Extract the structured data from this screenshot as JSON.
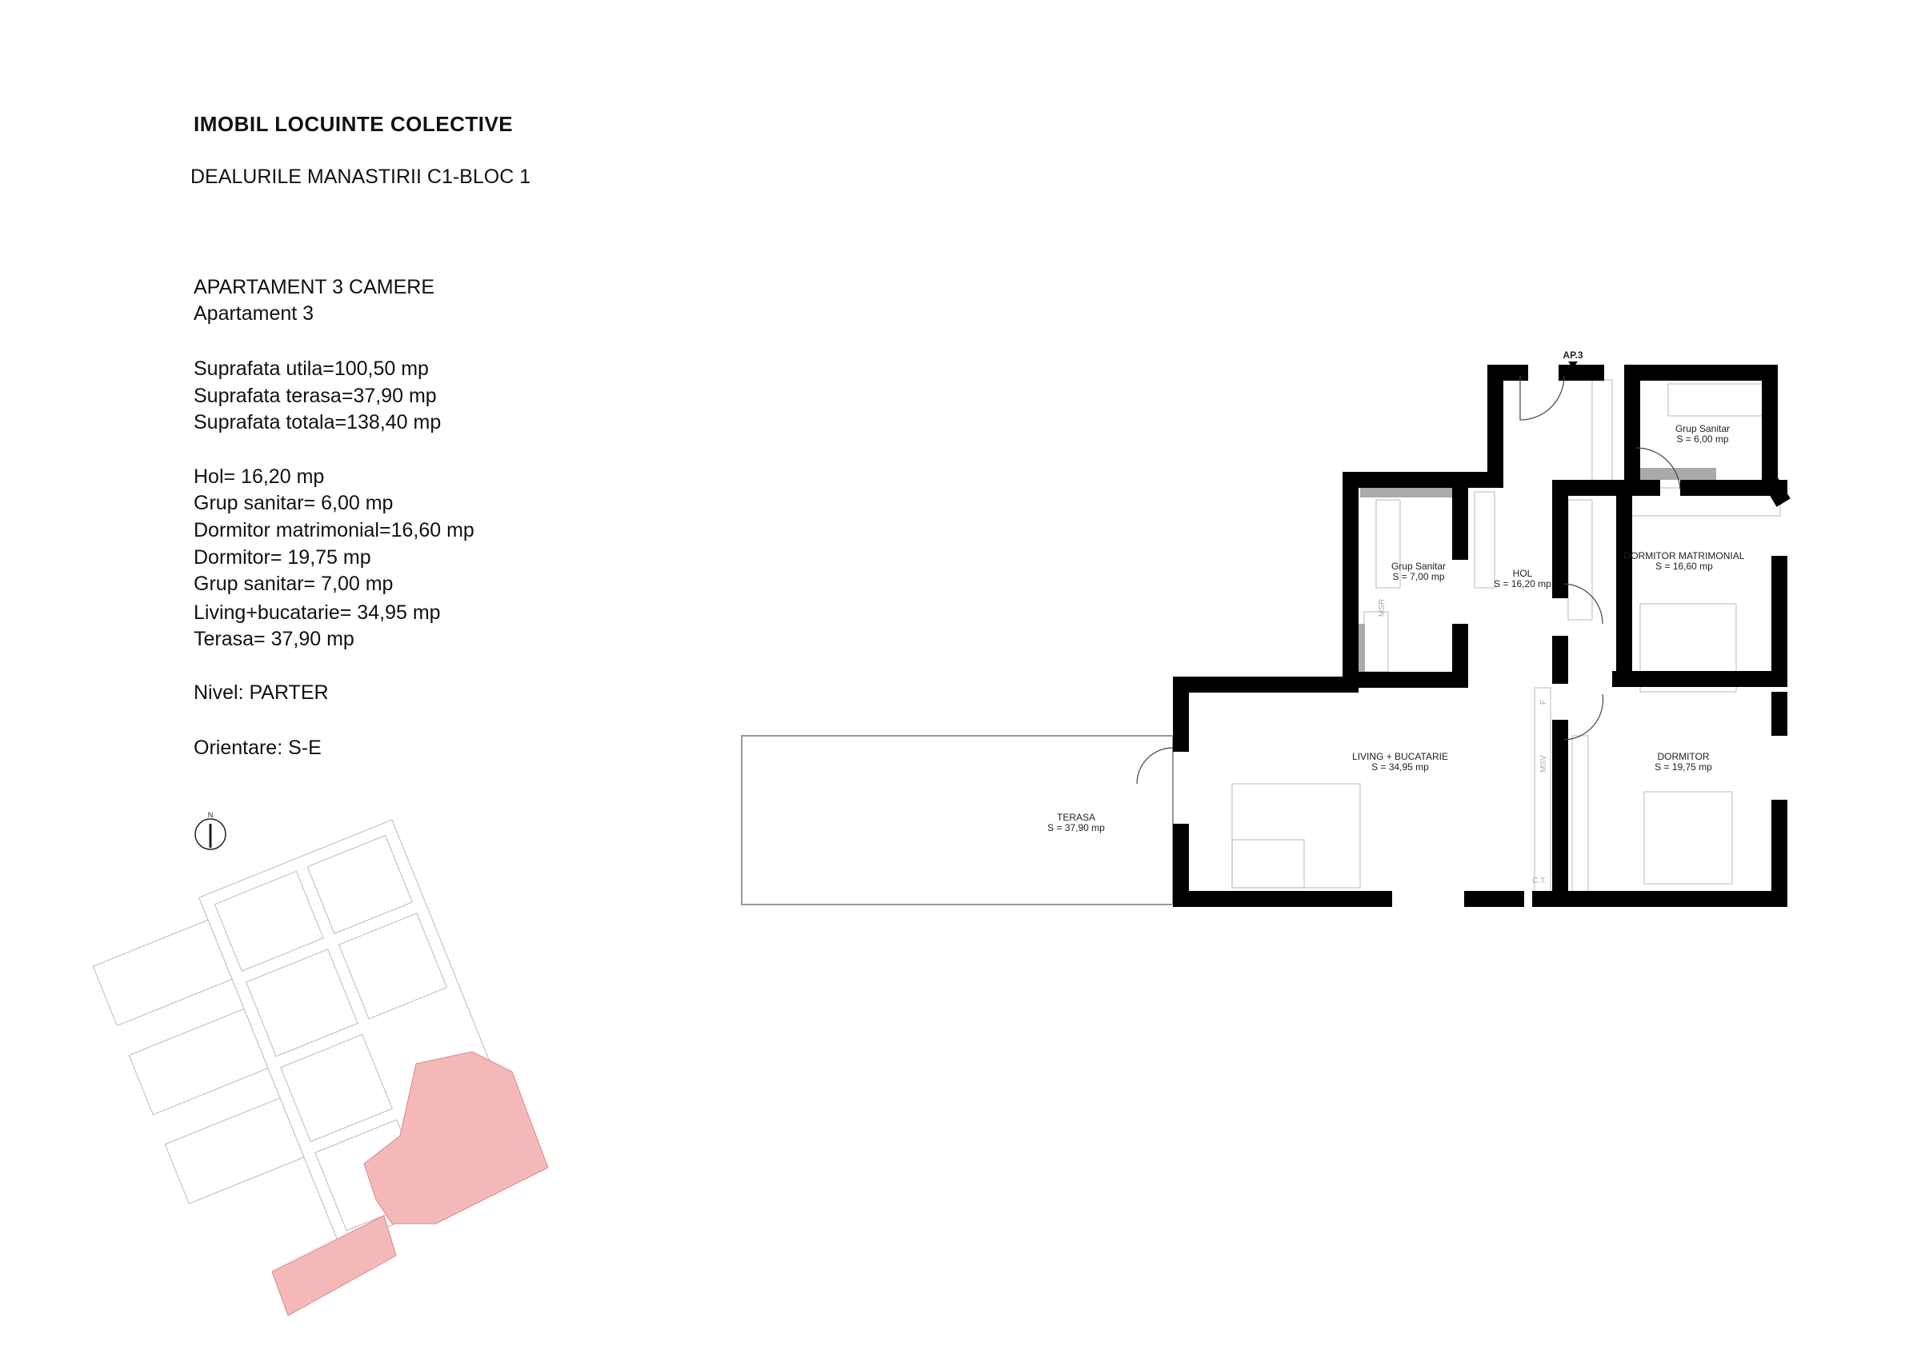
{
  "header": {
    "title": "IMOBIL LOCUINTE COLECTIVE",
    "subtitle": "DEALURILE MANASTIRII C1-BLOC 1"
  },
  "apartment": {
    "type": "APARTAMENT 3 CAMERE",
    "name": "Apartament 3",
    "surfaces": [
      "Suprafata utila=100,50 mp",
      "Suprafata terasa=37,90 mp",
      "Suprafata totala=138,40 mp"
    ],
    "rooms": [
      "Hol= 16,20 mp",
      "Grup sanitar= 6,00 mp",
      "Dormitor matrimonial=16,60 mp",
      "Dormitor= 19,75 mp",
      "Grup sanitar= 7,00 mp",
      "Living+bucatarie= 34,95 mp",
      "Terasa= 37,90 mp"
    ],
    "level": "Nivel: PARTER",
    "orientation": "Orientare: S-E"
  },
  "plan": {
    "entrance": "AP.3",
    "rooms": [
      {
        "name": "Grup Sanitar",
        "area": "S = 6,00 mp"
      },
      {
        "name": "Grup Sanitar",
        "area": "S = 7,00 mp"
      },
      {
        "name": "HOL",
        "area": "S = 16,20 mp"
      },
      {
        "name": "DORMITOR MATRIMONIAL",
        "area": "S = 16,60 mp"
      },
      {
        "name": "LIVING + BUCATARIE",
        "area": "S = 34,95 mp"
      },
      {
        "name": "DORMITOR",
        "area": "S = 19,75 mp"
      },
      {
        "name": "TERASA",
        "area": "S = 37,90 mp"
      }
    ],
    "fixtures": [
      "MSR",
      "MSV",
      "F",
      "C.T."
    ]
  },
  "compass": {
    "label": "N"
  },
  "colors": {
    "highlight": "#f4b8b8",
    "wall": "#000000",
    "furniture": "#cfcfcf"
  }
}
